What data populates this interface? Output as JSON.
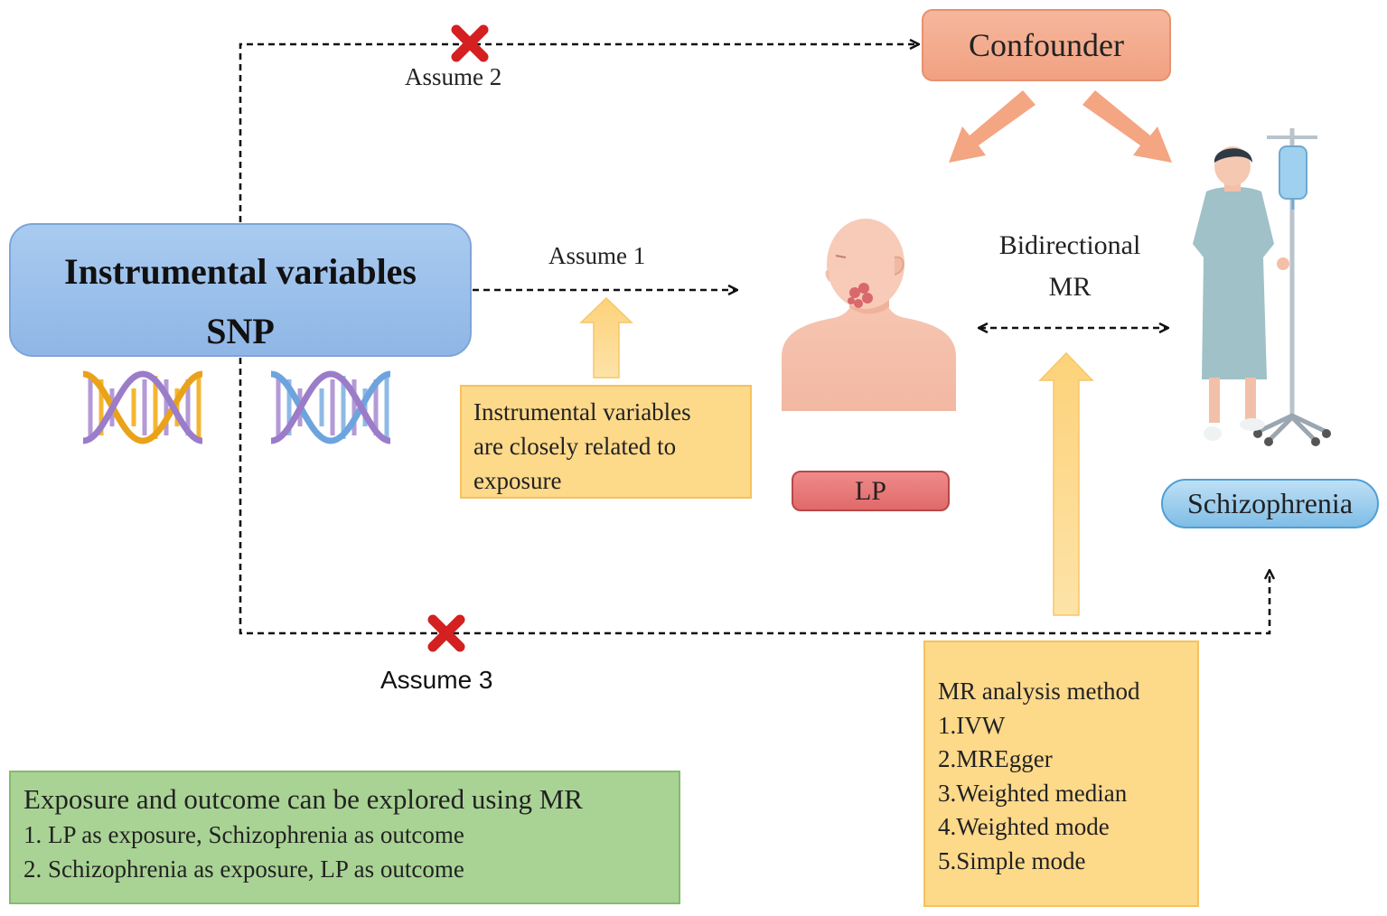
{
  "instrument_box": {
    "line1": "Instrumental variables",
    "line2": "SNP"
  },
  "confounder": "Confounder",
  "assume1": "Assume 1",
  "assume2": "Assume 2",
  "assume3": "Assume 3",
  "exposure_node": "LP",
  "outcome_node": "Schizophrenia",
  "bidirectional": {
    "line1": "Bidirectional",
    "line2": "MR"
  },
  "iv_note": {
    "line1": "Instrumental variables",
    "line2": "are closely related to",
    "line3": "exposure"
  },
  "mr_methods": {
    "title": "MR analysis method",
    "items": [
      "1.IVW",
      "2.MREgger",
      "3.Weighted median",
      "4.Weighted mode",
      "5.Simple mode"
    ]
  },
  "explore_box": {
    "title": "Exposure and outcome can be explored using MR",
    "items": [
      "1. LP as exposure, Schizophrenia as outcome",
      "2. Schizophrenia as exposure, LP as outcome"
    ]
  },
  "colors": {
    "iv_box": "#98bde9",
    "confounder": "#f4ab8c",
    "lp": "#e77777",
    "schizophrenia": "#9fcff0",
    "note_yellow": "#fdd98a",
    "green_box": "#a9d394",
    "cross_red": "#d42020",
    "up_arrow": "#fcd881",
    "confounder_arrow": "#f4a581"
  }
}
